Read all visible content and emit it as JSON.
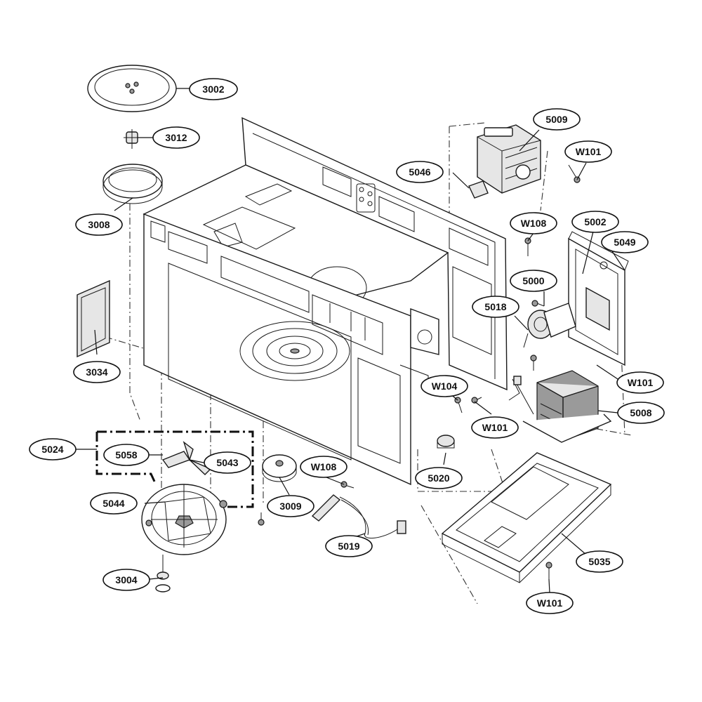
{
  "callouts": {
    "c3002": "3002",
    "c3012": "3012",
    "c3008": "3008",
    "c3034": "3034",
    "c5024": "5024",
    "c5058": "5058",
    "c5043": "5043",
    "c5044": "5044",
    "c3004": "3004",
    "c3009": "3009",
    "cW108a": "W108",
    "c5019": "5019",
    "c5020": "5020",
    "cW104": "W104",
    "cW101a": "W101",
    "c5009": "5009",
    "cW101b": "W101",
    "c5046": "5046",
    "cW108b": "W108",
    "c5002": "5002",
    "c5049": "5049",
    "c5000": "5000",
    "c5018": "5018",
    "cW101c": "W101",
    "c5008": "5008",
    "c5035": "5035",
    "cW101d": "W101"
  }
}
